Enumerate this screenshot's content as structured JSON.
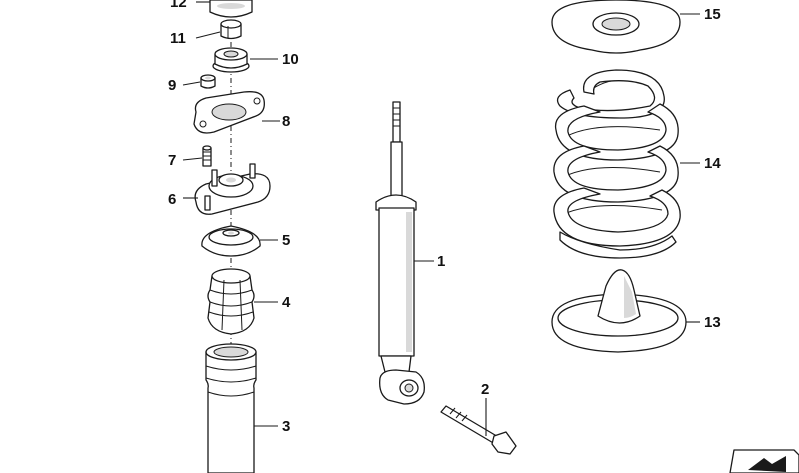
{
  "callouts": {
    "n1": "1",
    "n2": "2",
    "n3": "3",
    "n4": "4",
    "n5": "5",
    "n6": "6",
    "n7": "7",
    "n8": "8",
    "n9": "9",
    "n10": "10",
    "n11": "11",
    "n12": "12",
    "n13": "13",
    "n14": "14",
    "n15": "15"
  },
  "icons": {
    "corner": "catalog-arrow-icon"
  },
  "colors": {
    "line": "#1a1a1a",
    "shade": "#d9d9d9",
    "background": "#ffffff"
  }
}
